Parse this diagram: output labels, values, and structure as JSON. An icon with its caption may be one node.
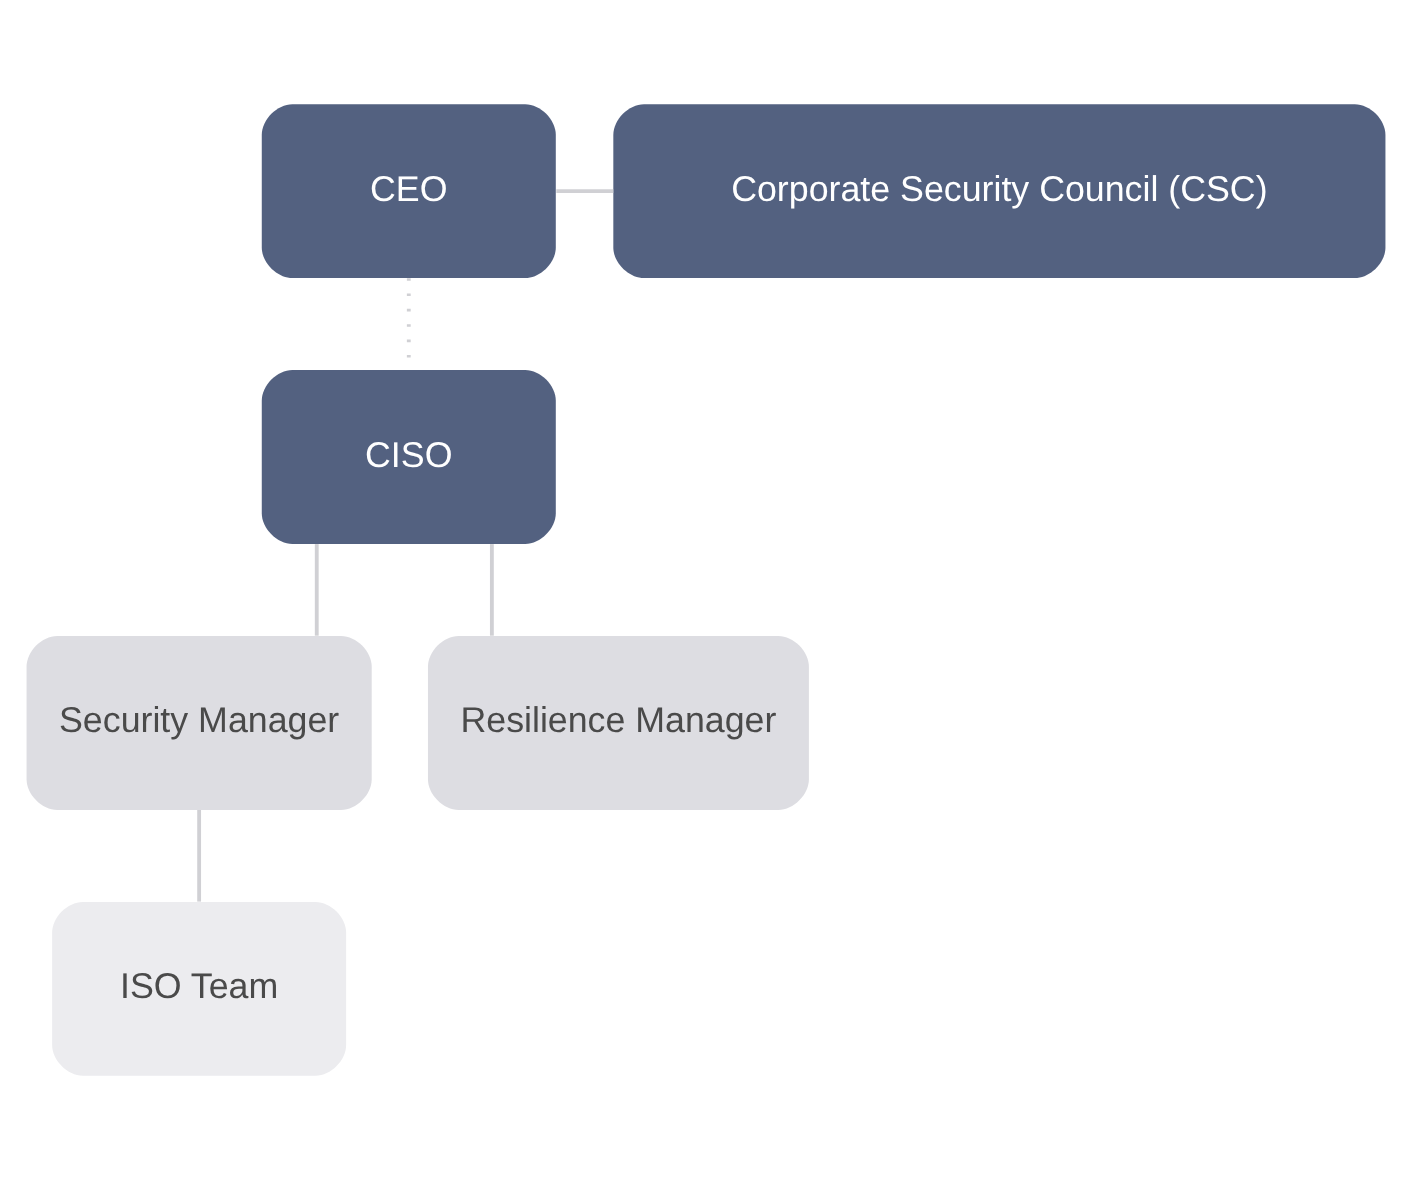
{
  "diagram": {
    "nodes": [
      {
        "text": [
          "CEO"
        ]
      },
      {
        "text": [
          "Corporate Security Council (CSC)"
        ]
      },
      {
        "text": [
          "CISO"
        ]
      },
      {
        "text": [
          "Security Manager"
        ]
      },
      {
        "text": [
          "Resilience Manager"
        ]
      },
      {
        "text": [
          "ISO Team"
        ]
      }
    ],
    "edges": [
      {
        "from": 0,
        "to": 2,
        "arrow": "none",
        "style": "dashed"
      },
      {
        "from": 0,
        "to": 1,
        "arrow": "none"
      },
      {
        "from": 2,
        "to": 3,
        "arrow": "none"
      },
      {
        "from": 2,
        "to": 4,
        "arrow": "none"
      },
      {
        "from": 3,
        "to": 5,
        "arrow": "none"
      }
    ]
  }
}
